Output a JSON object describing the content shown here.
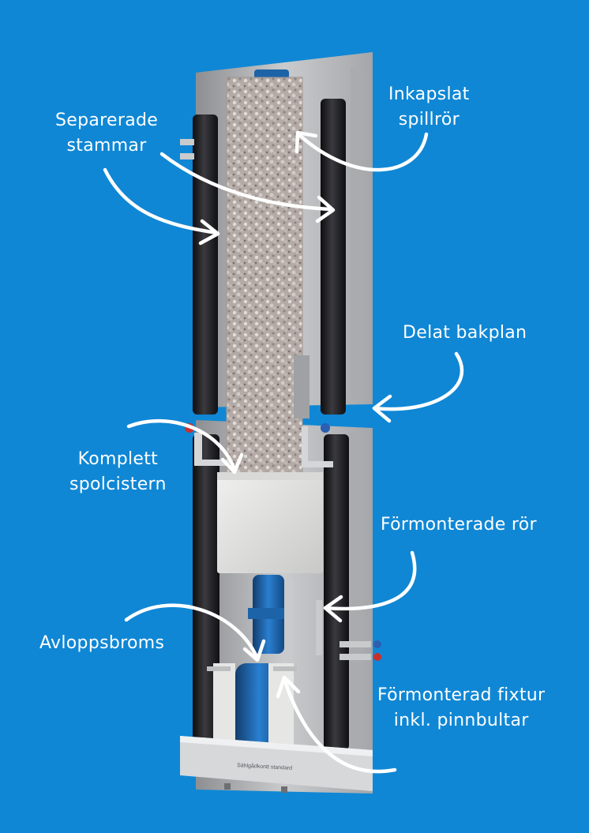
{
  "labels": {
    "separerade": [
      "Separerade",
      "stammar"
    ],
    "inkapslat": [
      "Inkapslat",
      "spillrör"
    ],
    "delat": "Delat bakplan",
    "komplett": [
      "Komplett",
      "spolcistern"
    ],
    "formonterade": "Förmonterade rör",
    "avlopp": "Avloppsbroms",
    "fixtur": [
      "Förmonterad fixtur",
      "inkl. pinnbultar"
    ]
  },
  "product_plate": "Sählgådkontt standard",
  "colors": {
    "background": "#0f87d5",
    "label": "#ffffff",
    "frame": "#bfc1c3",
    "insulation": "#1f1f22",
    "cistern": "#e3e3e1",
    "drain": "#1d63a8"
  }
}
